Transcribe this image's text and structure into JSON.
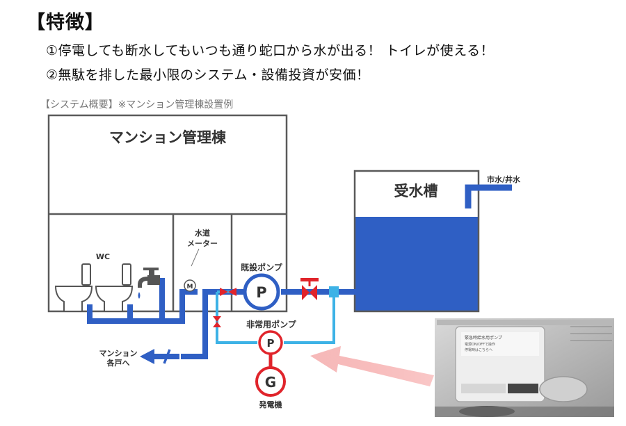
{
  "heading": "【特徴】",
  "features": [
    "①停電しても断水してもいつも通り蛇口から水が出る！ トイレが使える！",
    "②無駄を排した最小限のシステム・設備投資が安価！"
  ],
  "caption": "【システム概要】※マンション管理棟設置例",
  "diagram": {
    "building_label": "マンション管理棟",
    "wc_label": "WC",
    "meter_label_line1": "水道",
    "meter_label_line2": "メーター",
    "meter_symbol": "M",
    "existing_pump_label": "既設ポンプ",
    "pump_symbol": "P",
    "emergency_pump_label": "非常用ポンプ",
    "generator_symbol": "G",
    "generator_label": "発電機",
    "tank_label": "受水槽",
    "city_water_label": "市水/井水",
    "outlet_label_line1": "マンション",
    "outlet_label_line2": "各戸へ"
  },
  "photo": {
    "device_text_line1": "緊急時給水用ポンプ",
    "device_text_line2": "電源ON/OFFで操作",
    "device_text_line3": "停電時はこちらへ"
  },
  "colors": {
    "pipe_main": "#2f5fc4",
    "pipe_emergency": "#3db2e6",
    "tank_water": "#2f5fc4",
    "valve": "#e0242b",
    "emergency_red": "#e0242b",
    "arrow": "#f59a9a"
  }
}
